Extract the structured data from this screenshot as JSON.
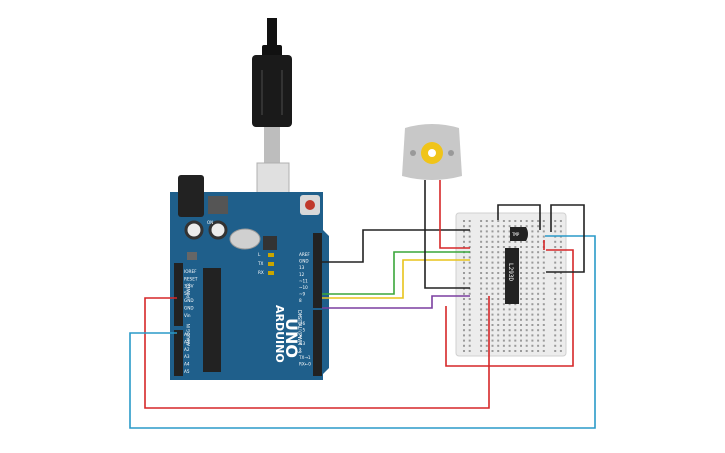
{
  "board": {
    "name": "UNO",
    "brand": "ARDUINO",
    "color": "#1f5f8b",
    "header_labels_top": [
      "AREF",
      "GND",
      "13",
      "12",
      "~11",
      "~10",
      "~9",
      "8"
    ],
    "header_labels_mid": [
      "7",
      "~6",
      "~5",
      "4",
      "~3",
      "2",
      "TX→1",
      "RX←0"
    ],
    "digital_label": "DIGITAL (PWM ~)",
    "power_label": "POWER",
    "power_pins": [
      "IOREF",
      "RESET",
      "3.3V",
      "5V",
      "GND",
      "GND",
      "Vin"
    ],
    "analog_label": "ANALOG IN",
    "analog_pins": [
      "A0",
      "A1",
      "A2",
      "A3",
      "A4",
      "A5"
    ],
    "led_labels": [
      "L",
      "TX",
      "RX"
    ],
    "on_label": "ON"
  },
  "chip": {
    "label": "L293D"
  },
  "transistor": {
    "label": "TMP"
  },
  "colors": {
    "wire_red": "#d62728",
    "wire_black": "#222222",
    "wire_green": "#3aa63a",
    "wire_yellow": "#e8c31c",
    "wire_purple": "#7b3fa0",
    "wire_blue": "#2a9ac8",
    "motor_body": "#c8c8c8",
    "motor_gear": "#f0c419"
  }
}
